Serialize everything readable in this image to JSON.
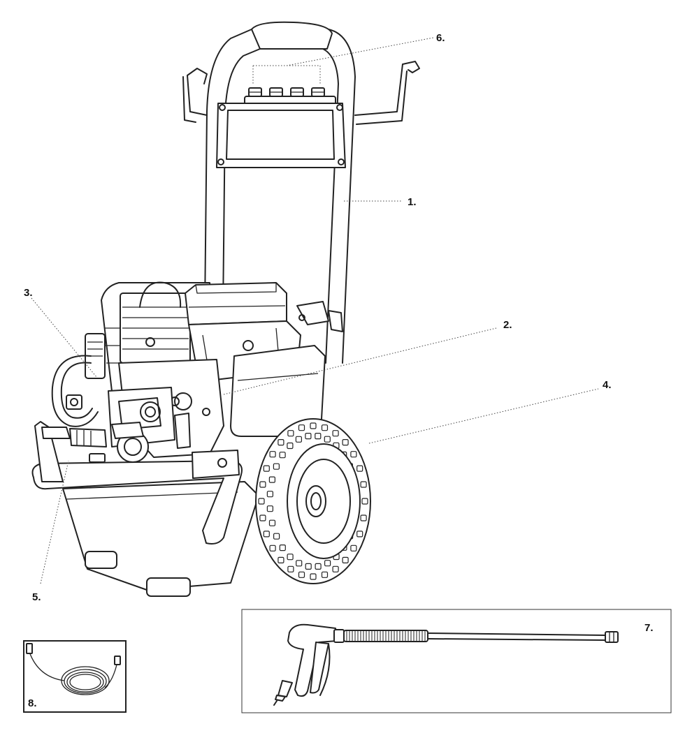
{
  "callouts": {
    "c1": "1.",
    "c2": "2.",
    "c3": "3.",
    "c4": "4.",
    "c5": "5.",
    "c6": "6.",
    "c7": "7.",
    "c8": "8."
  },
  "colors": {
    "line": "#222222",
    "background": "#ffffff"
  }
}
